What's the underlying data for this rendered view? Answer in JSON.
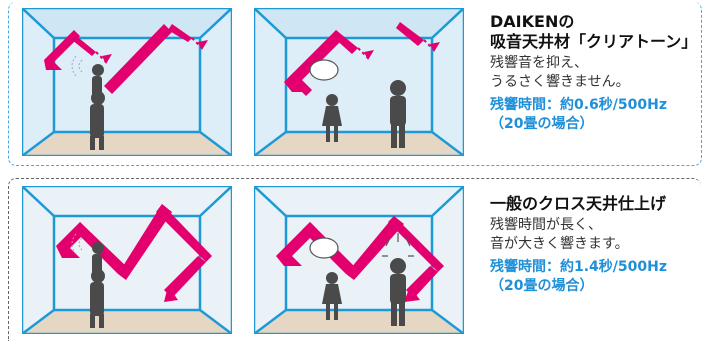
{
  "colors": {
    "ceiling_treated": "#cfe6f5",
    "wall_bg": "#ddeef8",
    "wall_bg_plain": "#eaf2f7",
    "frame": "#1d9ad6",
    "floor": "#e6d6c4",
    "arrow": "#e3006e",
    "note": "#1f8fd8",
    "silhouette": "#4a4a4a"
  },
  "top": {
    "title_line1": "DAIKENの",
    "title_line2": "吸音天井材「クリアトーン」",
    "body_line1": "残響音を抑え、",
    "body_line2": "うるさく響きません。",
    "note_line1": "残響時間：約0.6秒/500Hz",
    "note_line2": "（20畳の場合）"
  },
  "bottom": {
    "title": "一般のクロス天井仕上げ",
    "body_line1": "残響時間が長く、",
    "body_line2": "音が大きく響きます。",
    "note_line1": "残響時間：約1.4秒/500Hz",
    "note_line2": "（20畳の場合）"
  }
}
